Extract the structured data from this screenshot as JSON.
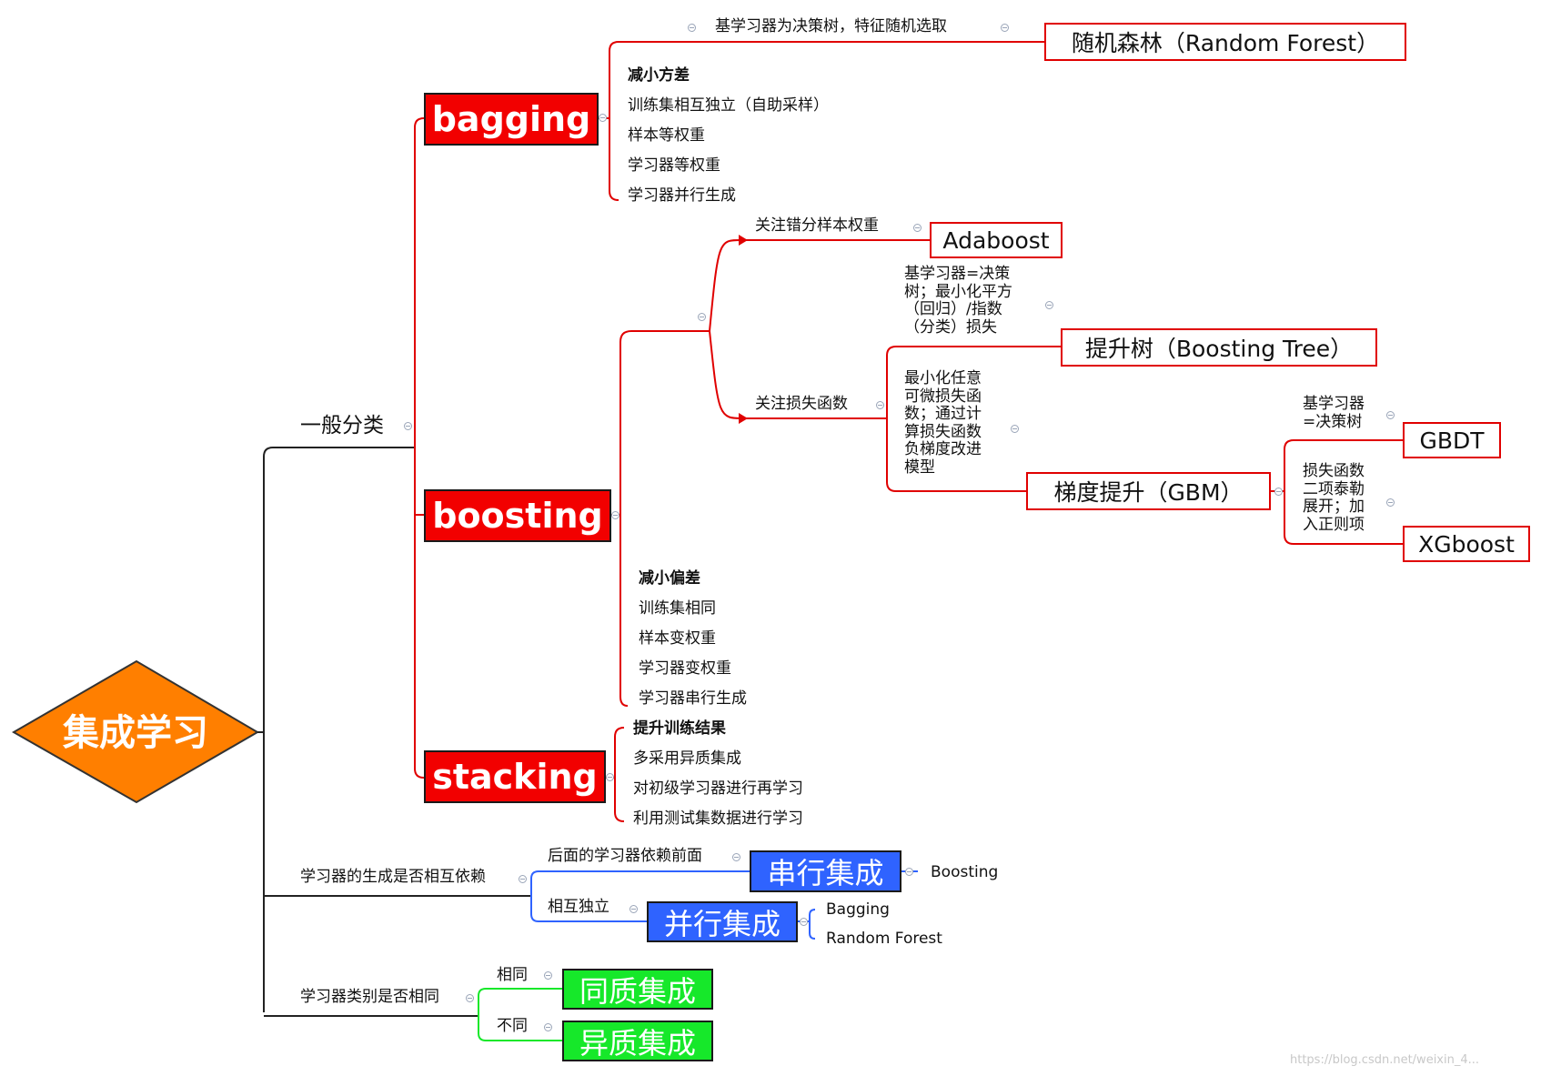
{
  "root": {
    "label": "集成学习",
    "fill": "#ff7f00",
    "text_color": "#ffffff"
  },
  "branch_general": {
    "label": "一般分类",
    "bagging": {
      "label": "bagging",
      "rf_condition": "基学习器为决策树，特征随机选取",
      "rf_label": "随机森林（Random Forest）",
      "props": [
        "减小方差",
        "训练集相互独立（自助采样）",
        "样本等权重",
        "学习器等权重",
        "学习器并行生成"
      ]
    },
    "boosting": {
      "label": "boosting",
      "focus_error": "关注错分样本权重",
      "adaboost": "Adaboost",
      "focus_loss": "关注损失函数",
      "boosting_tree_desc": [
        "基学习器=决策",
        "树；最小化平方",
        "（回归）/指数",
        "（分类）损失"
      ],
      "boosting_tree": "提升树（Boosting Tree）",
      "gbm_desc": [
        "最小化任意",
        "可微损失函",
        "数；通过计",
        "算损失函数",
        "负梯度改进",
        "模型"
      ],
      "gbm": "梯度提升（GBM）",
      "gbdt_desc": [
        "基学习器",
        "=决策树"
      ],
      "gbdt": "GBDT",
      "xgb_desc": [
        "损失函数",
        "二项泰勒",
        "展开；加",
        "入正则项"
      ],
      "xgboost": "XGboost",
      "props": [
        "减小偏差",
        "训练集相同",
        "样本变权重",
        "学习器变权重",
        "学习器串行生成"
      ]
    },
    "stacking": {
      "label": "stacking",
      "props": [
        "提升训练结果",
        "多采用异质集成",
        "对初级学习器进行再学习",
        "利用测试集数据进行学习"
      ]
    }
  },
  "branch_dependency": {
    "label": "学习器的生成是否相互依赖",
    "serial_condition": "后面的学习器依赖前面",
    "serial": "串行集成",
    "serial_example": "Boosting",
    "parallel_condition": "相互独立",
    "parallel": "并行集成",
    "parallel_examples": [
      "Bagging",
      "Random Forest"
    ]
  },
  "branch_type": {
    "label": "学习器类别是否相同",
    "same_condition": "相同",
    "homogeneous": "同质集成",
    "diff_condition": "不同",
    "heterogeneous": "异质集成"
  },
  "watermark": "https://blog.csdn.net/weixin_4...",
  "colors": {
    "red": "#f20000",
    "blue": "#2f63ff",
    "green": "#16e82a",
    "orange": "#ff7f00",
    "dark_line": "#222222"
  }
}
